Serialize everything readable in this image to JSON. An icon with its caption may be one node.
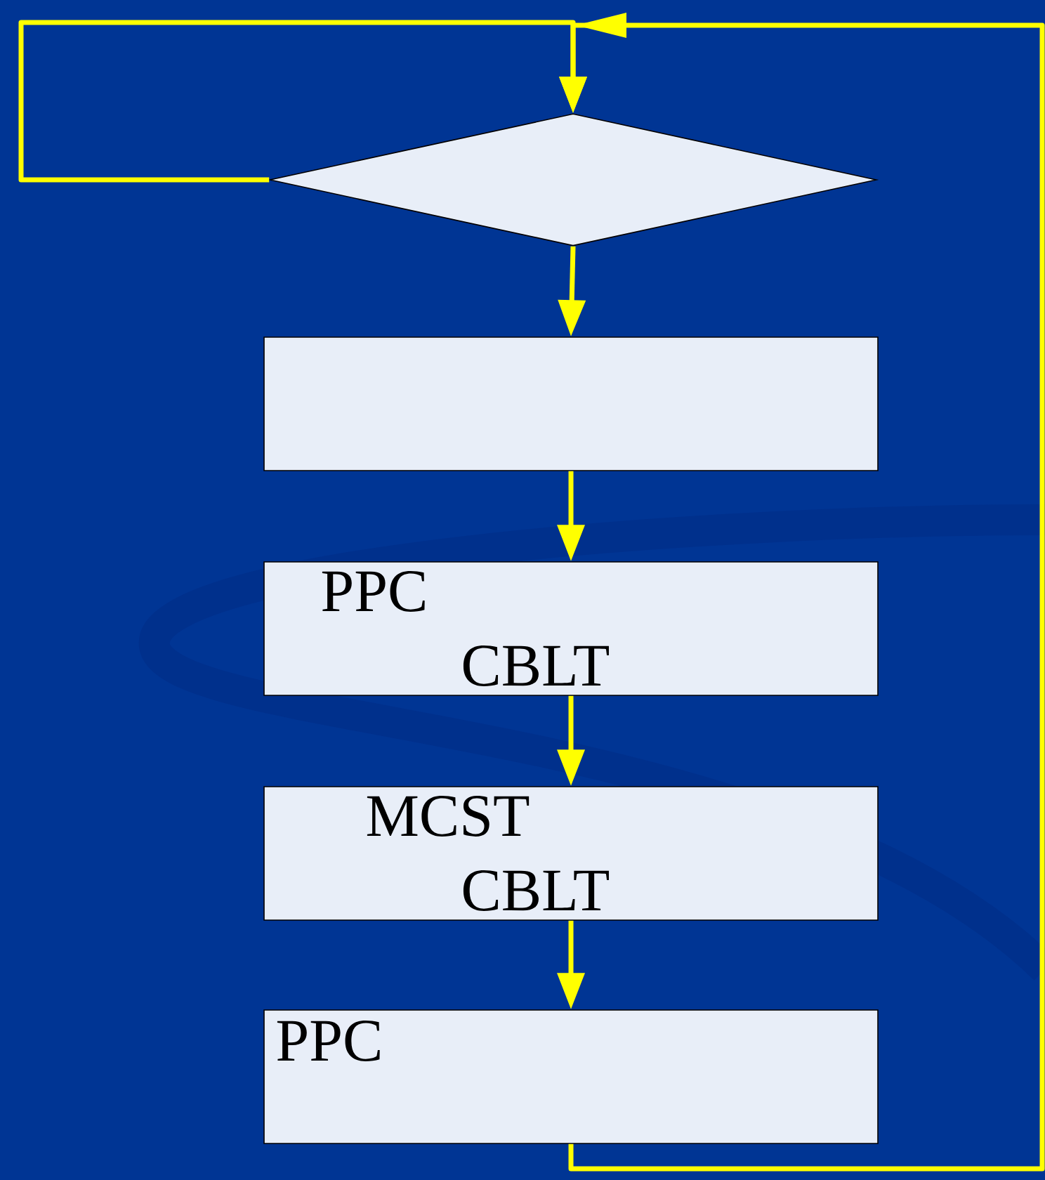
{
  "diagram": {
    "nodes": [
      {
        "text": [],
        "shape": "diamond"
      },
      {
        "text": [],
        "shape": "box"
      },
      {
        "text": [
          "PPC",
          "CBLT"
        ]
      },
      {
        "text": [
          "MCST",
          "CBLT"
        ]
      },
      {
        "text": [
          "PPC"
        ]
      }
    ],
    "edges": [
      {
        "from": 0,
        "to": 0,
        "arrow": "to"
      },
      {
        "from": 4,
        "to": 0,
        "arrow": "to"
      },
      {
        "from": 0,
        "to": 1,
        "arrow": "to"
      },
      {
        "from": 1,
        "to": 2,
        "arrow": "to"
      },
      {
        "from": 2,
        "to": 3,
        "arrow": "to"
      },
      {
        "from": 3,
        "to": 4,
        "arrow": "to"
      }
    ]
  }
}
